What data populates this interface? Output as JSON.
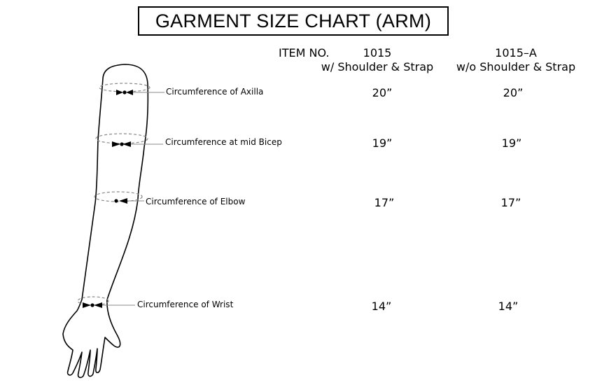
{
  "title": "GARMENT SIZE CHART (ARM)",
  "header": {
    "item_no_label": "ITEM NO.",
    "columns": [
      {
        "code": "1015",
        "description": "w/ Shoulder & Strap"
      },
      {
        "code": "1015–A",
        "description": "w/o Shoulder & Strap"
      }
    ]
  },
  "measurements": [
    {
      "label": "Circumference of Axilla",
      "values": [
        "20”",
        "20”"
      ]
    },
    {
      "label": "Circumference at mid Bicep",
      "values": [
        "19”",
        "19”"
      ]
    },
    {
      "label": "Circumference of Elbow",
      "values": [
        "17”",
        "17”"
      ]
    },
    {
      "label": "Circumference of Wrist",
      "values": [
        "14”",
        "14”"
      ]
    }
  ]
}
